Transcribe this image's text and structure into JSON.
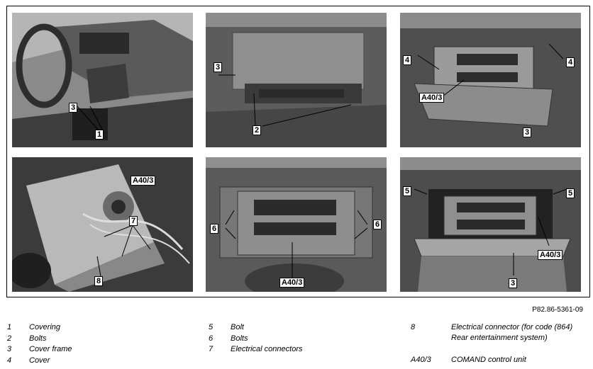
{
  "figure_ref": "P82.86-5361-09",
  "callouts": {
    "p1": [
      "3",
      "1"
    ],
    "p2": [
      "3",
      "2"
    ],
    "p3": [
      "4",
      "4",
      "A40/3",
      "3"
    ],
    "p4": [
      "A40/3",
      "7",
      "8"
    ],
    "p5": [
      "6",
      "6",
      "A40/3"
    ],
    "p6": [
      "5",
      "5",
      "A40/3",
      "3"
    ]
  },
  "legend": {
    "col1": [
      {
        "num": "1",
        "text": "Covering"
      },
      {
        "num": "2",
        "text": "Bolts"
      },
      {
        "num": "3",
        "text": "Cover frame"
      },
      {
        "num": "4",
        "text": "Cover"
      }
    ],
    "col2": [
      {
        "num": "5",
        "text": "Bolt"
      },
      {
        "num": "6",
        "text": "Bolts"
      },
      {
        "num": "7",
        "text": "Electrical connectors"
      }
    ],
    "col3": [
      {
        "num": "8",
        "text": "Electrical connector (for code (864) Rear entertainment system)"
      },
      {
        "num": "A40/3",
        "text": "COMAND control unit"
      }
    ]
  }
}
